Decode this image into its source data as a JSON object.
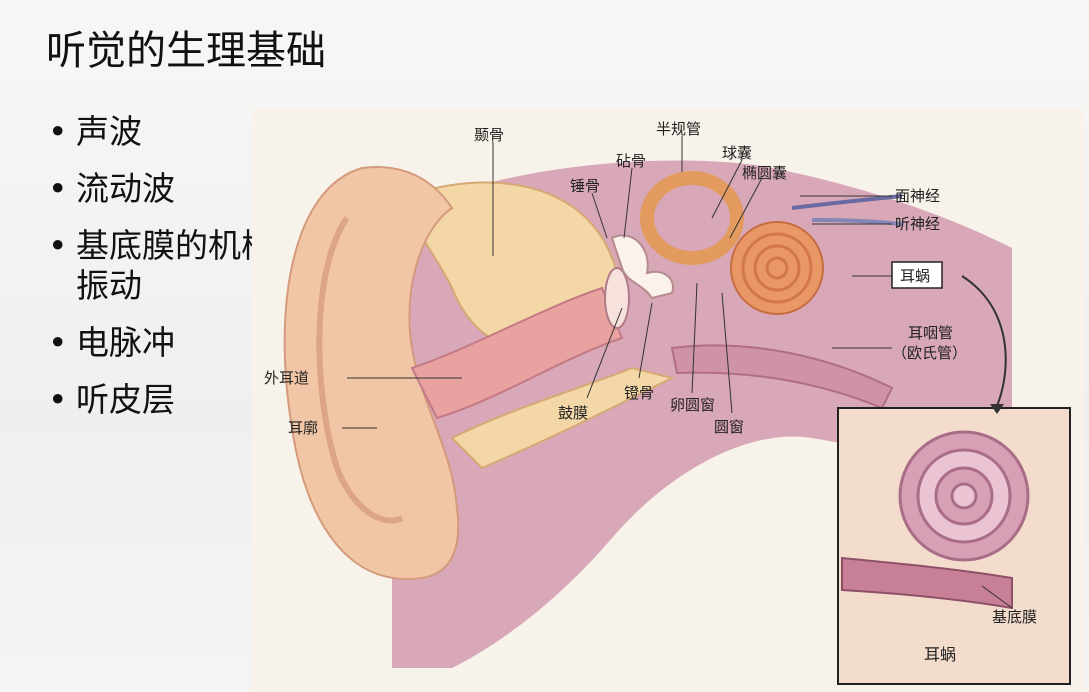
{
  "slide": {
    "title": "听觉的生理基础",
    "bullets": [
      "声波",
      "流动波",
      "基底膜的机械振动",
      "电脉冲",
      "听皮层"
    ]
  },
  "diagram": {
    "labels": {
      "temporal_bone": "颞骨",
      "semicircular_canals": "半规管",
      "saccule": "球囊",
      "utricle": "椭圆囊",
      "incus": "砧骨",
      "malleus": "锤骨",
      "facial_nerve": "面神经",
      "auditory_nerve": "听神经",
      "cochlea": "耳蜗",
      "eustachian_tube": "耳咽管",
      "eustachian_tube_alt": "（欧氏管）",
      "ear_canal": "外耳道",
      "pinna": "耳廓",
      "eardrum": "鼓膜",
      "stapes": "镫骨",
      "oval_window": "卵圆窗",
      "round_window": "圆窗",
      "basilar_membrane": "基底膜",
      "inset_cochlea": "耳蜗"
    },
    "colors": {
      "skin": "#f1c6a6",
      "flesh": "#c07a8f",
      "bone": "#f3d7a6",
      "cochlea": "#e9925f"
    }
  }
}
